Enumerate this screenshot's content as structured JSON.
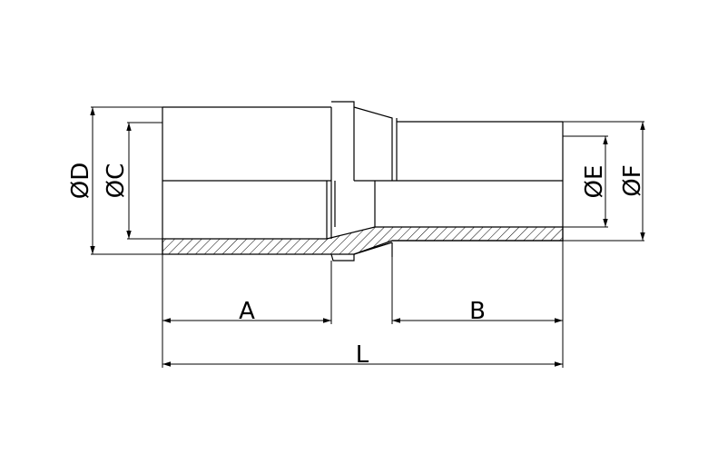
{
  "labels": {
    "diameter_d": "ØD",
    "diameter_c": "ØC",
    "diameter_e": "ØE",
    "diameter_f": "ØF",
    "length_a": "A",
    "length_b": "B",
    "length_l": "L"
  }
}
